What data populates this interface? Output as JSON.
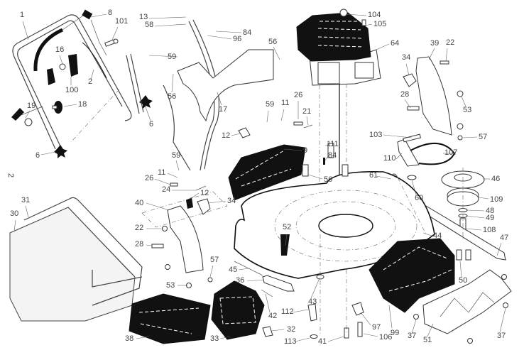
{
  "diagram": {
    "title": "Lawn mower exploded parts diagram",
    "page_marker": "2",
    "callouts": [
      {
        "id": "1",
        "label": "1"
      },
      {
        "id": "8",
        "label": "8"
      },
      {
        "id": "101",
        "label": "101"
      },
      {
        "id": "13",
        "label": "13"
      },
      {
        "id": "58",
        "label": "58"
      },
      {
        "id": "84a",
        "label": "84"
      },
      {
        "id": "96",
        "label": "96"
      },
      {
        "id": "56a",
        "label": "56"
      },
      {
        "id": "59a",
        "label": "59"
      },
      {
        "id": "16",
        "label": "16"
      },
      {
        "id": "100",
        "label": "100"
      },
      {
        "id": "2",
        "label": "2"
      },
      {
        "id": "56b",
        "label": "56"
      },
      {
        "id": "17",
        "label": "17"
      },
      {
        "id": "19",
        "label": "19"
      },
      {
        "id": "18",
        "label": "18"
      },
      {
        "id": "6a",
        "label": "6"
      },
      {
        "id": "6b",
        "label": "6"
      },
      {
        "id": "59b",
        "label": "59"
      },
      {
        "id": "11a",
        "label": "11"
      },
      {
        "id": "26a",
        "label": "26"
      },
      {
        "id": "21",
        "label": "21"
      },
      {
        "id": "12a",
        "label": "12"
      },
      {
        "id": "104",
        "label": "104"
      },
      {
        "id": "105",
        "label": "105"
      },
      {
        "id": "64",
        "label": "64"
      },
      {
        "id": "34a",
        "label": "34"
      },
      {
        "id": "39",
        "label": "39"
      },
      {
        "id": "22a",
        "label": "22"
      },
      {
        "id": "28a",
        "label": "28"
      },
      {
        "id": "53a",
        "label": "53"
      },
      {
        "id": "57a",
        "label": "57"
      },
      {
        "id": "103",
        "label": "103"
      },
      {
        "id": "9",
        "label": "9"
      },
      {
        "id": "111",
        "label": "111"
      },
      {
        "id": "84b",
        "label": "84"
      },
      {
        "id": "56c",
        "label": "56"
      },
      {
        "id": "110",
        "label": "110"
      },
      {
        "id": "107",
        "label": "107"
      },
      {
        "id": "61",
        "label": "61"
      },
      {
        "id": "60",
        "label": "60"
      },
      {
        "id": "46",
        "label": "46"
      },
      {
        "id": "109",
        "label": "109"
      },
      {
        "id": "48",
        "label": "48"
      },
      {
        "id": "49",
        "label": "49"
      },
      {
        "id": "108",
        "label": "108"
      },
      {
        "id": "47",
        "label": "47"
      },
      {
        "id": "44",
        "label": "44"
      },
      {
        "id": "59c",
        "label": "59"
      },
      {
        "id": "11b",
        "label": "11"
      },
      {
        "id": "26b",
        "label": "26"
      },
      {
        "id": "24",
        "label": "24"
      },
      {
        "id": "12b",
        "label": "12"
      },
      {
        "id": "40",
        "label": "40"
      },
      {
        "id": "34b",
        "label": "34"
      },
      {
        "id": "22b",
        "label": "22"
      },
      {
        "id": "28b",
        "label": "28"
      },
      {
        "id": "52",
        "label": "52"
      },
      {
        "id": "57b",
        "label": "57"
      },
      {
        "id": "53b",
        "label": "53"
      },
      {
        "id": "45",
        "label": "45"
      },
      {
        "id": "36",
        "label": "36"
      },
      {
        "id": "42",
        "label": "42"
      },
      {
        "id": "43",
        "label": "43"
      },
      {
        "id": "112",
        "label": "112"
      },
      {
        "id": "99",
        "label": "99"
      },
      {
        "id": "50",
        "label": "50"
      },
      {
        "id": "31",
        "label": "31"
      },
      {
        "id": "30",
        "label": "30"
      },
      {
        "id": "38",
        "label": "38"
      },
      {
        "id": "33",
        "label": "33"
      },
      {
        "id": "32",
        "label": "32"
      },
      {
        "id": "113",
        "label": "113"
      },
      {
        "id": "41",
        "label": "41"
      },
      {
        "id": "106",
        "label": "106"
      },
      {
        "id": "97",
        "label": "97"
      },
      {
        "id": "37a",
        "label": "37"
      },
      {
        "id": "51",
        "label": "51"
      },
      {
        "id": "37b",
        "label": "37"
      }
    ]
  }
}
